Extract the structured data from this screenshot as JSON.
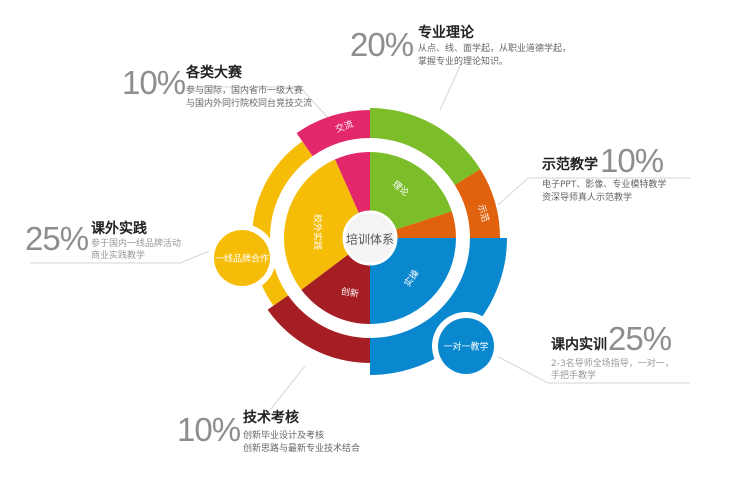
{
  "center_label": "培训体系",
  "colors": {
    "green": "#7cbd2a",
    "orange": "#e0620f",
    "blue": "#0a88cf",
    "red": "#a51e23",
    "yellow": "#f6bd08",
    "pink": "#e2276a",
    "text_gray": "#8e8e8e"
  },
  "segments": {
    "theory": {
      "label": "理论"
    },
    "demo": {
      "label": "示范"
    },
    "practice": {
      "label": "实操"
    },
    "innovation": {
      "label": "创新"
    },
    "extracurricular": {
      "label": "校外实践"
    },
    "exchange": {
      "label": "交流"
    }
  },
  "bubbles": {
    "brand": "一线品牌合作",
    "one_on_one": "一对一教学"
  },
  "callouts": {
    "theory": {
      "percent": "20%",
      "title": "专业理论",
      "desc": [
        "从点、线、面学起，从职业道德学起，",
        "掌握专业的理论知识。"
      ]
    },
    "competition": {
      "percent": "10%",
      "title": "各类大赛",
      "desc": [
        "参与国际，国内省市一级大赛",
        "与国内外同行院校同台竞技交流"
      ]
    },
    "demo": {
      "percent": "10%",
      "title": "示范教学",
      "desc": [
        "电子PPT、影像、专业模特教学",
        "资深导师真人示范教学"
      ]
    },
    "extracurricular": {
      "percent": "25%",
      "title": "课外实践",
      "desc": [
        "参于国内一线品牌活动",
        "商业实践教学"
      ]
    },
    "in_class": {
      "percent": "25%",
      "title": "课内实训",
      "desc": [
        "2-3名导师全场指导，一对一，",
        "手把手教学"
      ]
    },
    "assessment": {
      "percent": "10%",
      "title": "技术考核",
      "desc": [
        "创新毕业设计及考核",
        "创新思路与最新专业技术结合"
      ]
    }
  }
}
